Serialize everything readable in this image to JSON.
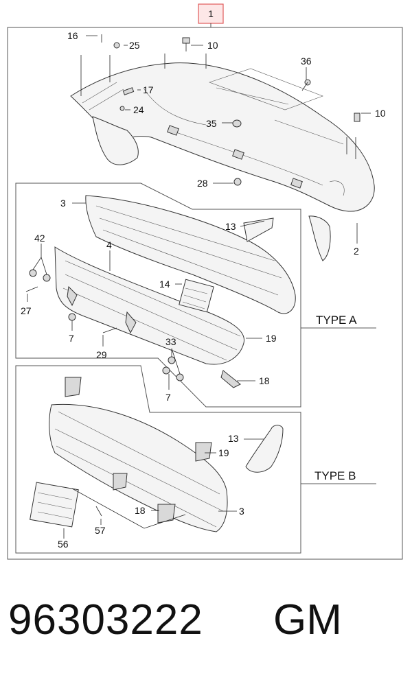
{
  "callouts": {
    "main": "1",
    "c16": "16",
    "c25": "25",
    "c10a": "10",
    "c36": "36",
    "c17": "17",
    "c24": "24",
    "c35": "35",
    "c10b": "10",
    "c28": "28",
    "c2": "2",
    "a3": "3",
    "a13": "13",
    "a42": "42",
    "a4": "4",
    "a14": "14",
    "a27": "27",
    "a7a": "7",
    "a29": "29",
    "a33": "33",
    "a19": "19",
    "a18": "18",
    "a7b": "7",
    "b13": "13",
    "b19": "19",
    "b18": "18",
    "b3": "3",
    "b57": "57",
    "b56": "56"
  },
  "types": {
    "a": "TYPE A",
    "b": "TYPE B"
  },
  "footer": {
    "part_number": "96303222",
    "manufacturer": "GM"
  },
  "colors": {
    "highlight": "#e05a5a",
    "highlight_fill": "#fde7e7",
    "line": "#222222"
  }
}
